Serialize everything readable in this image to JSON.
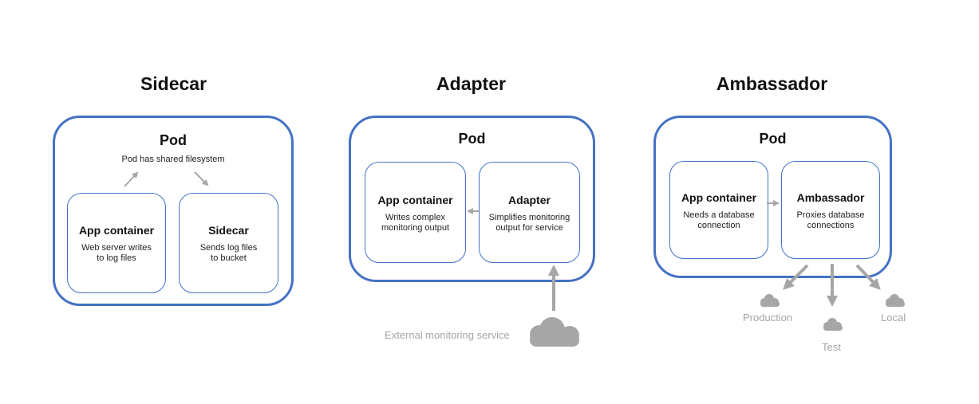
{
  "colors": {
    "accent": "#4472c4",
    "arrow": "#a6a6a6",
    "cloud": "#a6a6a6",
    "text": "#111111",
    "muted": "#a6a6a6"
  },
  "sidecar": {
    "title": "Sidecar",
    "pod_label": "Pod",
    "pod_note": "Pod has shared filesystem",
    "app": {
      "title": "App container",
      "desc_line1": "Web server writes",
      "desc_line2": "to log files"
    },
    "sidecar_box": {
      "title": "Sidecar",
      "desc_line1": "Sends log files",
      "desc_line2": "to bucket"
    }
  },
  "adapter": {
    "title": "Adapter",
    "pod_label": "Pod",
    "app": {
      "title": "App container",
      "desc_line1": "Writes complex",
      "desc_line2": "monitoring output"
    },
    "adapter_box": {
      "title": "Adapter",
      "desc_line1": "Simplifies monitoring",
      "desc_line2": "output for service"
    },
    "external": {
      "label": "External monitoring service",
      "icon": "cloud-icon"
    }
  },
  "ambassador": {
    "title": "Ambassador",
    "pod_label": "Pod",
    "app": {
      "title": "App container",
      "desc_line1": "Needs a database",
      "desc_line2": "connection"
    },
    "ambassador_box": {
      "title": "Ambassador",
      "desc_line1": "Proxies database",
      "desc_line2": "connections"
    },
    "targets": [
      {
        "label": "Production",
        "icon": "cloud-icon"
      },
      {
        "label": "Test",
        "icon": "cloud-icon"
      },
      {
        "label": "Local",
        "icon": "cloud-icon"
      }
    ]
  }
}
